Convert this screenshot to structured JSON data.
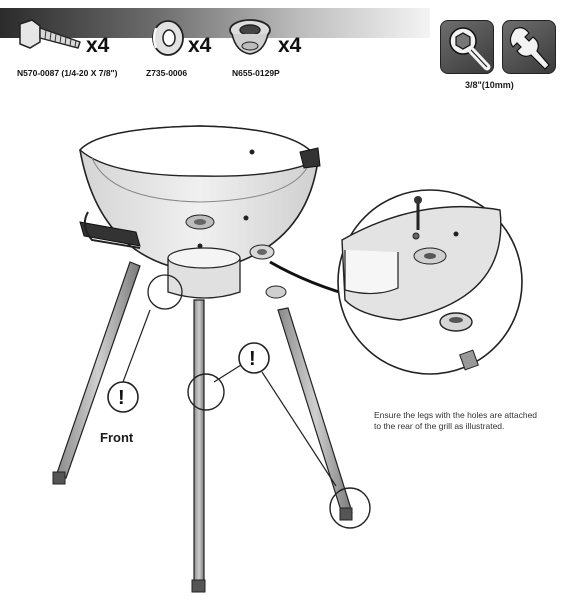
{
  "parts": [
    {
      "icon": "bolt-icon",
      "qty": "x4",
      "code": "N570-0087 (1/4-20 X 7/8\")"
    },
    {
      "icon": "washer-icon",
      "qty": "x4",
      "code": "Z735-0006"
    },
    {
      "icon": "spacer-cup-icon",
      "qty": "x4",
      "code": "N655-0129P"
    }
  ],
  "tools": {
    "icons": [
      "socket-icon",
      "wrench-icon"
    ],
    "size_label": "3/8\"(10mm)"
  },
  "front_label": "Front",
  "note": "Ensure the legs with the holes are attached to the rear of the grill as illustrated."
}
